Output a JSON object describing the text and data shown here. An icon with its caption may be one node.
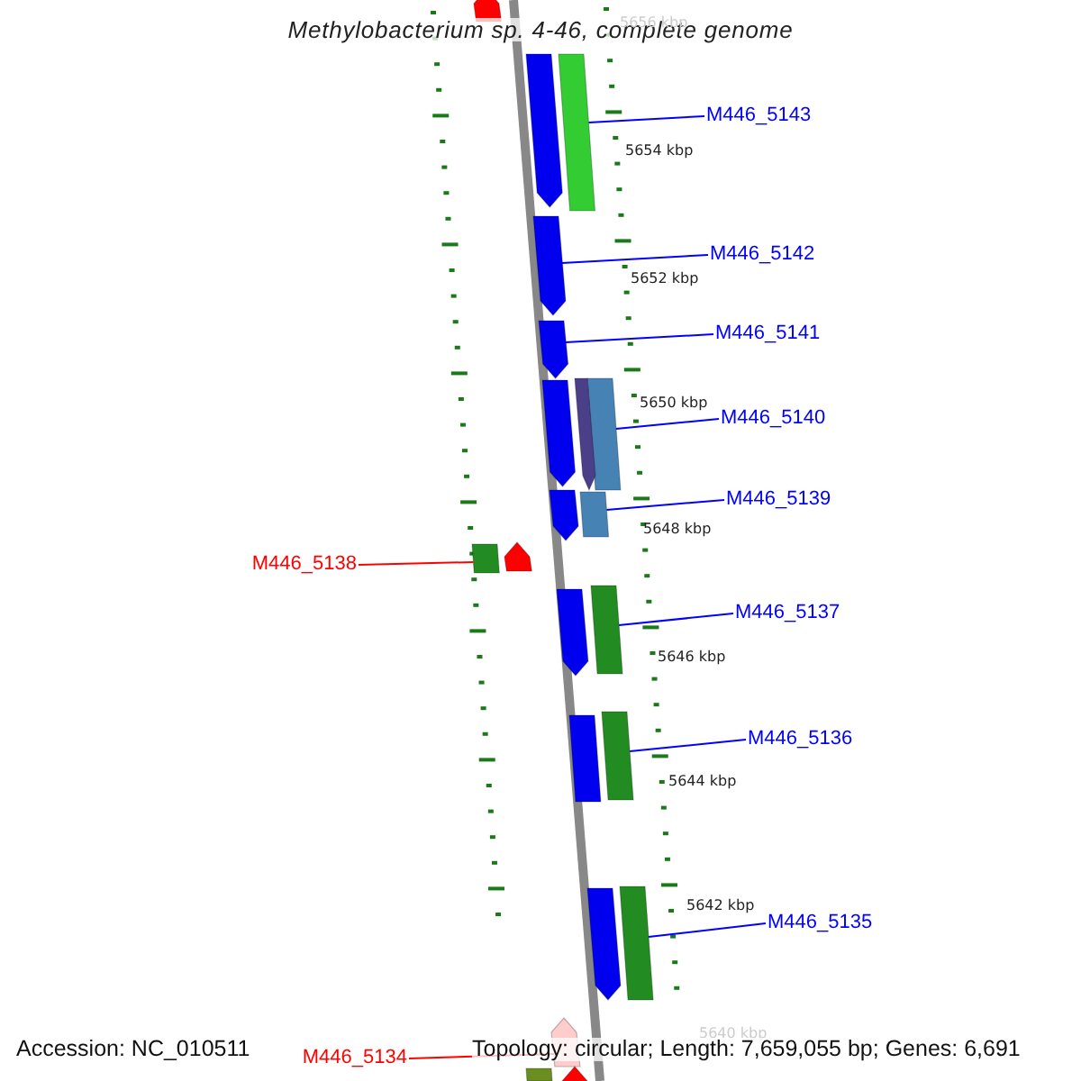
{
  "diagram": {
    "title": "Methylobacterium sp. 4-46, complete genome",
    "nodes": [
      {
        "text": [
          "M446_5143"
        ]
      },
      {
        "text": [
          "M446_5142"
        ]
      },
      {
        "text": [
          "M446_5141"
        ]
      },
      {
        "text": [
          "M446_5140"
        ]
      },
      {
        "text": [
          "M446_5139"
        ]
      },
      {
        "text": [
          "M446_5138"
        ]
      },
      {
        "text": [
          "M446_5137"
        ]
      },
      {
        "text": [
          "M446_5136"
        ]
      },
      {
        "text": [
          "M446_5135"
        ]
      },
      {
        "text": [
          "M446_5134"
        ]
      },
      {
        "text": [],
        "shape": "bar"
      },
      {
        "text": [],
        "shape": "arrow"
      },
      {
        "text": [],
        "shape": "arrow"
      },
      {
        "text": [],
        "shape": "bar"
      },
      {
        "text": [],
        "shape": "bar"
      },
      {
        "text": [],
        "shape": "bar"
      },
      {
        "text": [],
        "shape": "bar"
      },
      {
        "text": [],
        "shape": "bar"
      },
      {
        "text": [],
        "shape": "bar"
      },
      {
        "text": [],
        "shape": "arrow"
      },
      {
        "text": [],
        "shape": "arrow"
      },
      {
        "text": [],
        "shape": "arrow"
      },
      {
        "text": [],
        "shape": "arrow"
      },
      {
        "text": [],
        "shape": "arrow"
      },
      {
        "text": [],
        "shape": "arrow"
      },
      {
        "text": [],
        "shape": "arrow"
      },
      {
        "text": [],
        "shape": "bar"
      },
      {
        "text": [],
        "shape": "arrow"
      },
      {
        "text": [],
        "shape": "arrow"
      },
      {
        "text": [],
        "shape": "arrow"
      },
      {
        "text": [],
        "shape": "bar"
      }
    ],
    "edges": [
      {
        "from": 0,
        "to": 10,
        "arrow": "none"
      },
      {
        "from": 1,
        "to": 11,
        "arrow": "none"
      },
      {
        "from": 2,
        "to": 12,
        "arrow": "none"
      },
      {
        "from": 3,
        "to": 13,
        "arrow": "none"
      },
      {
        "from": 4,
        "to": 14,
        "arrow": "none"
      },
      {
        "from": 5,
        "to": 15,
        "arrow": "none",
        "color": "#ff0000"
      },
      {
        "from": 6,
        "to": 16,
        "arrow": "none"
      },
      {
        "from": 7,
        "to": 17,
        "arrow": "none"
      },
      {
        "from": 8,
        "to": 18,
        "arrow": "none"
      },
      {
        "from": 9,
        "to": 19,
        "arrow": "none",
        "color": "#ff0000"
      }
    ],
    "labels": [
      "5656 kbp",
      "5654 kbp",
      "5652 kbp",
      "5650 kbp",
      "5648 kbp",
      "5646 kbp",
      "5644 kbp",
      "5642 kbp",
      "5640 kbp",
      "Accession: NC_010511",
      "Topology: circular; Length: 7,659,055 bp; Genes: 6,691"
    ]
  }
}
